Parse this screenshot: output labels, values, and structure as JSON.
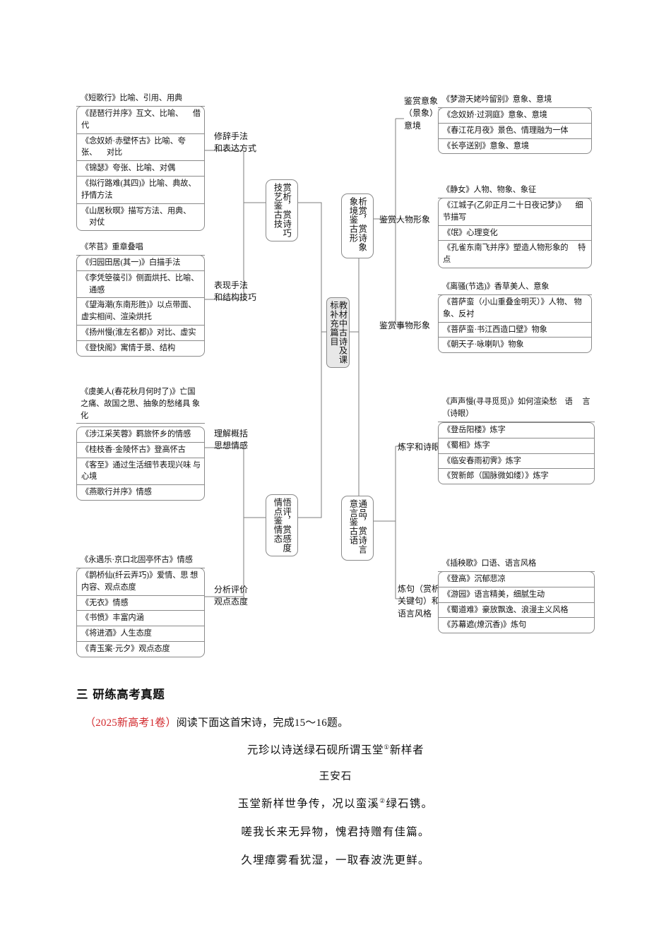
{
  "mindmap": {
    "center_node": "教材中古诗及课标补充篇目",
    "branches": [
      {
        "id": "skills",
        "node": "赏技析艺，鉴赏古诗技巧",
        "groups": [
          {
            "label": "修辞手法\n和表达方式",
            "lead": "《短歌行》比喻、引用、用典",
            "items": [
              "《琵琶行并序》互文、比喻、\n　借代",
              "《念奴娇·赤壁怀古》比喻、夸张、\n　对比",
              "《锦瑟》夸张、比喻、对偶",
              "《拟行路难(其四)》比喻、典故、\n抒情方法",
              "《山居秋暝》描写方法、用典、\n　对仗"
            ]
          },
          {
            "label": "表现手法\n和结构技巧",
            "lead": "《芣苢》重章叠唱",
            "items": [
              "《归园田居(其一)》白描手法",
              "《李凭箜篌引》侧面烘托、比喻、\n　通感",
              "《望海潮(东南形胜)》以点带面、\n虚实相间、渲染烘托",
              "《扬州慢(淮左名都)》对比、虚实",
              "《登快阁》寓情于景、结构"
            ]
          }
        ]
      },
      {
        "id": "emotion",
        "node": "悟情评点，鉴赏情感态度",
        "groups": [
          {
            "label": "理解概括\n思想情感",
            "lead": "《虞美人(春花秋月何时了)》亡国\n之痛、故国之思、抽象的愁绪具\n象化",
            "items": [
              "《涉江采芙蓉》羁旅怀乡的情感",
              "《桂枝香·金陵怀古》登高怀古",
              "《客至》通过生活细节表现兴味\n与心境",
              "《燕歌行并序》情感"
            ]
          },
          {
            "label": "分析评价\n观点态度",
            "lead": "《永遇乐·京口北固亭怀古》情感",
            "items": [
              "《鹊桥仙(纤云弄巧)》爱情、思\n想内容、观点态度",
              "《无衣》情感",
              "《书愤》丰富内涵",
              "《将进酒》人生态度",
              "《青玉案·元夕》观点态度"
            ]
          }
        ]
      },
      {
        "id": "image",
        "node": "析象赏境，鉴赏古诗形象",
        "groups": [
          {
            "label": "鉴赏意象\n（景象）和\n意境",
            "lead": "《梦游天姥吟留别》意象、意境",
            "items": [
              "《念奴娇·过洞庭》意象、意境",
              "《春江花月夜》景色、情理融为一体",
              "《长亭送别》意象、意境"
            ]
          },
          {
            "label": "鉴赏人物形象",
            "lead": "《静女》人物、物象、象征",
            "items": [
              "《江城子(乙卯正月二十日夜记梦)》\n　细节描写",
              "《氓》心理变化",
              "《孔雀东南飞并序》塑造人物形象的\n　特点"
            ]
          },
          {
            "label": "鉴赏事物形象",
            "lead": "《离骚(节选)》香草美人、意象",
            "items": [
              "《菩萨蛮（小山重叠金明灭）》人物、\n物象、反衬",
              "《菩萨蛮·书江西造口壁》物象",
              "《朝天子·咏喇叭》物象"
            ]
          }
        ]
      },
      {
        "id": "language",
        "node": "通意品言，鉴赏古诗语言",
        "groups": [
          {
            "label": "炼字和诗眼",
            "lead": "《声声慢(寻寻觅觅)》如何渲染愁　语\n　言（诗眼）",
            "items": [
              "《登岳阳楼》炼字",
              "《蜀相》炼字",
              "《临安春雨初霁》炼字",
              "《贺新郎（国脉微如缕）》炼字"
            ]
          },
          {
            "label": "炼句（赏析\n关键句）和\n语言风格",
            "lead": "《插秧歌》口语、语言风格",
            "items": [
              "《登高》沉郁悲凉",
              "《游园》语言精美，细腻生动",
              "《蜀道难》豪放飘逸、浪漫主义风格",
              "《苏幕遮(燎沉香)》炼句"
            ]
          }
        ]
      }
    ]
  },
  "section": {
    "heading": "三 研练高考真题",
    "question_source": "（2025新高考1卷）",
    "question_text": "阅读下面这首宋诗，完成15～16题。",
    "poem": {
      "title": "元珍以诗送绿石砚所谓玉堂",
      "title_mark": "①",
      "title_tail": "新样者",
      "author": "王安石",
      "lines": [
        {
          "a": "玉堂新样世争传，况以蛮溪",
          "mark": "②",
          "b": "绿石镌。"
        },
        {
          "a": "嗟我长来无异物，愧君持赠有佳篇。",
          "mark": "",
          "b": ""
        },
        {
          "a": "久埋瘴雾看犹湿，一取春波洗更鲜。",
          "mark": "",
          "b": ""
        }
      ]
    }
  },
  "colors": {
    "accent_red": "#d2292d",
    "node_border": "#8a8a8a",
    "center_fill": "#e8e8e8"
  }
}
